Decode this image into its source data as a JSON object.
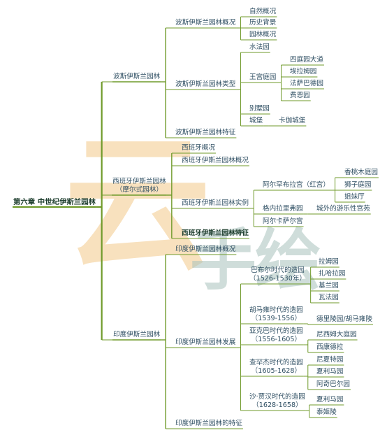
{
  "watermark": {
    "chars": [
      "云",
      "手",
      "绘"
    ]
  },
  "colors": {
    "branch": "#6f9a2a",
    "text": "#2f4f63",
    "watermark_orange": "#f3c98a",
    "watermark_teal": "#a9c3bd"
  },
  "mindmap": {
    "root": "第六章 中世纪伊斯兰园林",
    "persia": {
      "label": "波斯伊斯兰园林",
      "overview": {
        "label": "波斯伊斯兰园林概况",
        "items": [
          "自然概况",
          "历史背景",
          "园林概况"
        ]
      },
      "types": {
        "label": "波斯伊斯兰园林类型",
        "water_garden": "水法园",
        "palace": {
          "label": "王宫庭园",
          "items": [
            "四庭园大道",
            "埃拉姆园",
            "法萨巴德园",
            "费恩园"
          ]
        },
        "villa": "别墅园",
        "castle": {
          "label": "城堡",
          "item": "卡伽城堡"
        }
      },
      "features": "波斯伊斯兰园林特征"
    },
    "spain": {
      "label_line1": "西班牙伊斯兰园林",
      "label_line2": "（摩尔式园林）",
      "overview": "西班牙概况",
      "gardens_overview": "西班牙伊斯兰园林概况",
      "examples": {
        "label": "西班牙伊斯兰园林实例",
        "alhambra": {
          "label": "阿尔罕布拉宫（红宫）",
          "items": [
            "香桃木庭园",
            "狮子庭园",
            "姐妹厅"
          ]
        },
        "generalife": {
          "label": "格内拉里弗园",
          "item": "城外的游乐性宫苑"
        },
        "alcazar": "阿尔卡萨尔宫"
      },
      "features": "西班牙伊斯兰园林特征"
    },
    "india": {
      "label": "印度伊斯兰园林",
      "overview": "印度伊斯兰园林概况",
      "development": {
        "label": "印度伊斯兰园林发展",
        "babur": {
          "line1": "巴布尔时代的造园",
          "line2": "（1526-1530年）",
          "items": [
            "拉姆园",
            "扎哈拉园",
            "基兰园",
            "瓦法园"
          ]
        },
        "humayun": {
          "line1": "胡马雍时代的造园",
          "line2": "（1539-1556）",
          "item": "德里陵园/胡马雍陵"
        },
        "akbar": {
          "line1": "亚克巴时代的造园",
          "line2": "（1556-1605）",
          "items": [
            "尼西姆大庭园",
            "西康德拉"
          ]
        },
        "jahangir": {
          "line1": "查罕杰时代的造园",
          "line2": "（1605-1628）",
          "items": [
            "尼夏特园",
            "夏利马园",
            "阿奇巴尔园"
          ]
        },
        "shahjahan": {
          "line1": "沙·贾汉时代的造园",
          "line2": "（1628-1658）",
          "items": [
            "夏利马园",
            "泰姬陵"
          ]
        }
      },
      "features": "印度伊斯兰园林的特征"
    }
  }
}
